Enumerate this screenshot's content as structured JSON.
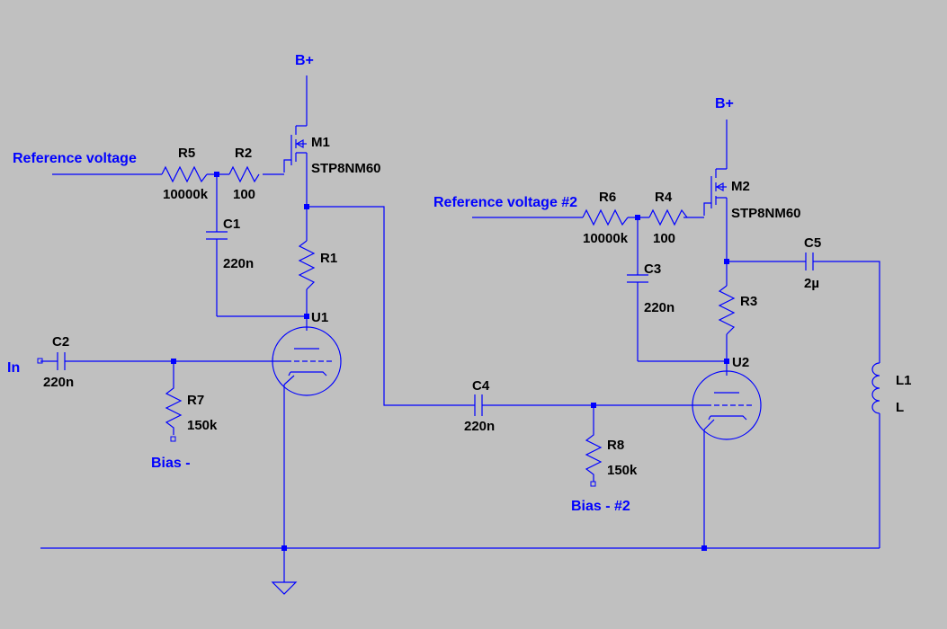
{
  "colors": {
    "background": "#c0c0c0",
    "wire": "#0000ff",
    "component_label": "#000000",
    "net_label": "#0000ff"
  },
  "nets": {
    "bplus_1": "B+",
    "bplus_2": "B+",
    "ref_voltage_1": "Reference voltage",
    "ref_voltage_2": "Reference voltage #2",
    "input": "In",
    "bias_1": "Bias -",
    "bias_2": "Bias - #2"
  },
  "components": {
    "M1": {
      "name": "M1",
      "value": "STP8NM60"
    },
    "M2": {
      "name": "M2",
      "value": "STP8NM60"
    },
    "R1": {
      "name": "R1"
    },
    "R2": {
      "name": "R2",
      "value": "100"
    },
    "R3": {
      "name": "R3"
    },
    "R4": {
      "name": "R4",
      "value": "100"
    },
    "R5": {
      "name": "R5",
      "value": "10000k"
    },
    "R6": {
      "name": "R6",
      "value": "10000k"
    },
    "R7": {
      "name": "R7",
      "value": "150k"
    },
    "R8": {
      "name": "R8",
      "value": "150k"
    },
    "C1": {
      "name": "C1",
      "value": "220n"
    },
    "C2": {
      "name": "C2",
      "value": "220n"
    },
    "C3": {
      "name": "C3",
      "value": "220n"
    },
    "C4": {
      "name": "C4",
      "value": "220n"
    },
    "C5": {
      "name": "C5",
      "value": "2µ"
    },
    "L1": {
      "name": "L1",
      "value": "L"
    },
    "U1": {
      "name": "U1"
    },
    "U2": {
      "name": "U2"
    }
  }
}
